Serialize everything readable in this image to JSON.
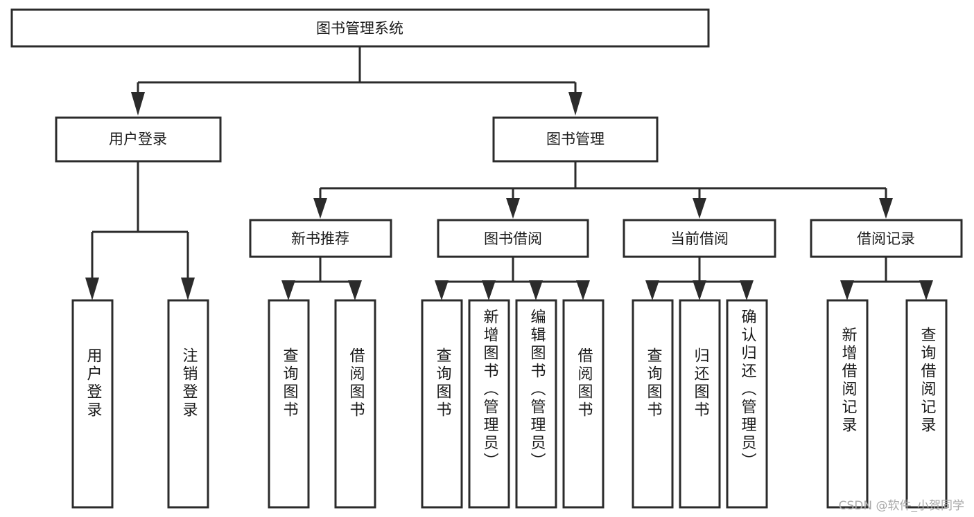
{
  "diagram": {
    "type": "tree-hierarchy-diagram",
    "title": "图书管理系统",
    "background_color": "#ffffff",
    "line_color": "#2b2b2b",
    "text_color": "#1a1a1a",
    "root": {
      "label": "图书管理系统"
    },
    "level2": [
      {
        "label": "用户登录"
      },
      {
        "label": "图书管理"
      }
    ],
    "level3": [
      {
        "label": "新书推荐"
      },
      {
        "label": "图书借阅"
      },
      {
        "label": "当前借阅"
      },
      {
        "label": "借阅记录"
      }
    ],
    "leaves": {
      "user_login": [
        {
          "label": "用户登录"
        },
        {
          "label": "注销登录"
        }
      ],
      "new_book_recommend": [
        {
          "label": "查询图书"
        },
        {
          "label": "借阅图书"
        }
      ],
      "book_borrow": [
        {
          "label": "查询图书"
        },
        {
          "label": "新增图书（管理员）"
        },
        {
          "label": "编辑图书（管理员）"
        },
        {
          "label": "借阅图书"
        }
      ],
      "current_borrow": [
        {
          "label": "查询图书"
        },
        {
          "label": "归还图书"
        },
        {
          "label": "确认归还（管理员）"
        }
      ],
      "borrow_record": [
        {
          "label": "新增借阅记录"
        },
        {
          "label": "查询借阅记录"
        }
      ]
    },
    "watermark": "CSDN @软件_小贺同学"
  }
}
